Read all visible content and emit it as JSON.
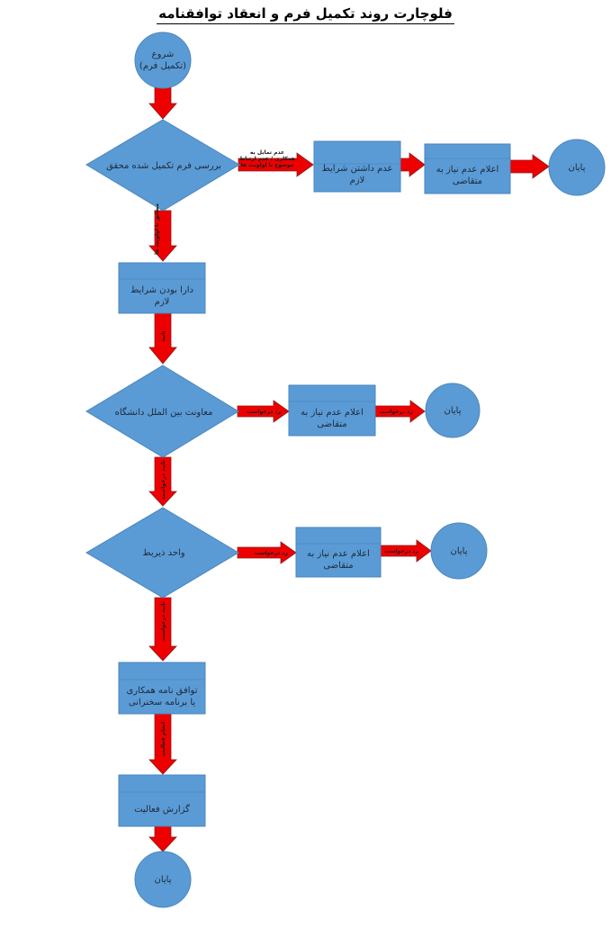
{
  "title": "فلوچارت روند تکمیل فرم و انعقاد توافقنامه",
  "colors": {
    "node_fill": "#5b9bd5",
    "node_stroke": "#4a86be",
    "arrow_fill": "#ee0000",
    "arrow_stroke": "#8c1a1a"
  },
  "nodes": {
    "start": "شروع (تکمیل فرم)",
    "review": "بررسی فرم تکمیل شده محقق",
    "lacks_conditions": "عدم داشتن شرایط لازم",
    "no_need_1": "اعلام عدم نیاز به متقاضی",
    "end_1": "پایان",
    "has_conditions": "دارا بودن شرایط لازم",
    "international": "معاونت بین الملل دانشگاه",
    "no_need_2": "اعلام عدم نیاز به متقاضی",
    "end_2": "پایان",
    "unit": "واحد ذیربط",
    "no_need_3": "اعلام عدم نیاز به متقاضی",
    "end_3": "پایان",
    "agreement": "توافق نامه همکاری یا برنامه سخنرانی",
    "report": "گزارش فعالیت",
    "end_final": "پایان"
  },
  "edge_labels": {
    "review_right": "عدم تمایل به همکاری / عدم ارتباط موضوع با اولویت ها",
    "review_down": "مطابق با اولویت ها",
    "to_international": "تایید",
    "international_right": "رد درخواست",
    "no_need_2_right": "رد درخواست",
    "international_down": "تایید درخواست",
    "unit_right": "رد درخواست",
    "no_need_3_right": "رد درخواست",
    "unit_down": "تایید درخواست",
    "agreement_down": "انجام فعالیت"
  }
}
